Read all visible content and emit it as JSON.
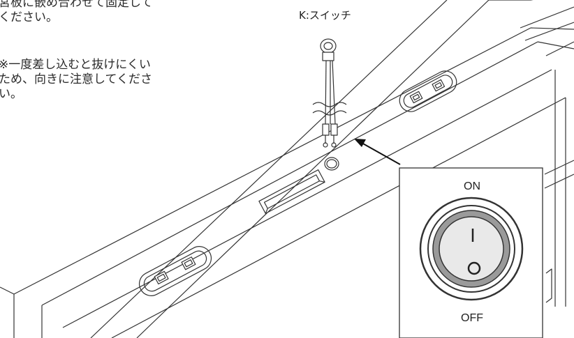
{
  "instructions": {
    "fit_text": "宮板に嵌め合わせて固定して\nください。",
    "warning_text": "※一度差し込むと抜けにくい\nため、向きに注意してくださ\nい。"
  },
  "part_label": "K:スイッチ",
  "callout": {
    "on_label": "ON",
    "off_label": "OFF"
  },
  "colors": {
    "line": "#333333",
    "panel_face": "#ffffff",
    "rocker_fill": "#e9e9e9",
    "ring_gray": "#9a9a9a"
  }
}
